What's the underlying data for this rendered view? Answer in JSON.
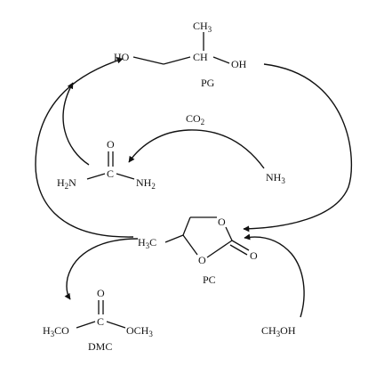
{
  "scheme": {
    "pg": {
      "name": "PG",
      "ch3": [
        "CH",
        "3"
      ],
      "ch": "CH",
      "ho": "HO",
      "oh": "OH"
    },
    "urea": {
      "o": "O",
      "c": "C",
      "h2n": [
        "H",
        "2",
        "N"
      ],
      "nh2": [
        "NH",
        "2"
      ]
    },
    "co2": [
      "CO",
      "2"
    ],
    "nh3": [
      "NH",
      "3"
    ],
    "pc": {
      "name": "PC",
      "h3c": [
        "H",
        "3",
        "C"
      ],
      "o_ring_top": "O",
      "o_ring_bottom": "O",
      "o_carbonyl": "O"
    },
    "dmc": {
      "name": "DMC",
      "o": "O",
      "c": "C",
      "h3co": [
        "H",
        "3",
        "CO"
      ],
      "och3": [
        "OCH",
        "3"
      ]
    },
    "methanol": [
      "CH",
      "3",
      "OH"
    ]
  }
}
